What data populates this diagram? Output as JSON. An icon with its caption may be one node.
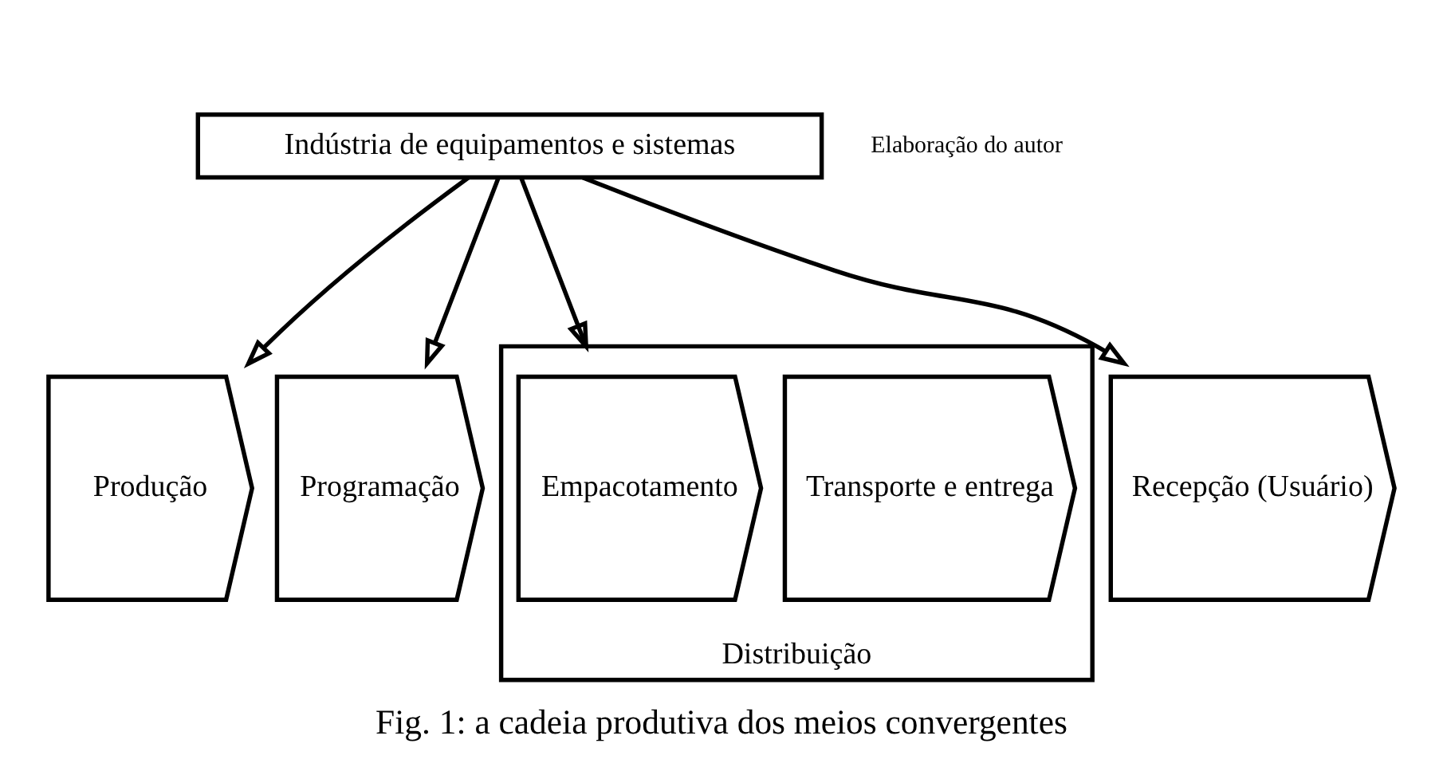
{
  "diagram": {
    "caption": "Fig. 1: a cadeia produtiva dos meios convergentes",
    "nodes": [
      {
        "text": [
          "Indústria de equipamentos e sistemas"
        ]
      },
      {
        "text": [
          "Produção"
        ]
      },
      {
        "text": [
          "Programação"
        ]
      },
      {
        "text": [
          "Distribuição"
        ]
      },
      {
        "text": [
          "Empacotamento"
        ],
        "in": 3
      },
      {
        "text": [
          "Transporte e entrega"
        ],
        "in": 3
      },
      {
        "text": [
          "Recepção (Usuário)"
        ]
      }
    ],
    "edges": [
      {
        "from": 0,
        "to": 1,
        "arrow": "to"
      },
      {
        "from": 0,
        "to": 2,
        "arrow": "to"
      },
      {
        "from": 0,
        "to": 3,
        "arrow": "to"
      },
      {
        "from": 0,
        "to": 6,
        "arrow": "to"
      }
    ],
    "labels": [
      "Elaboração do autor"
    ]
  }
}
